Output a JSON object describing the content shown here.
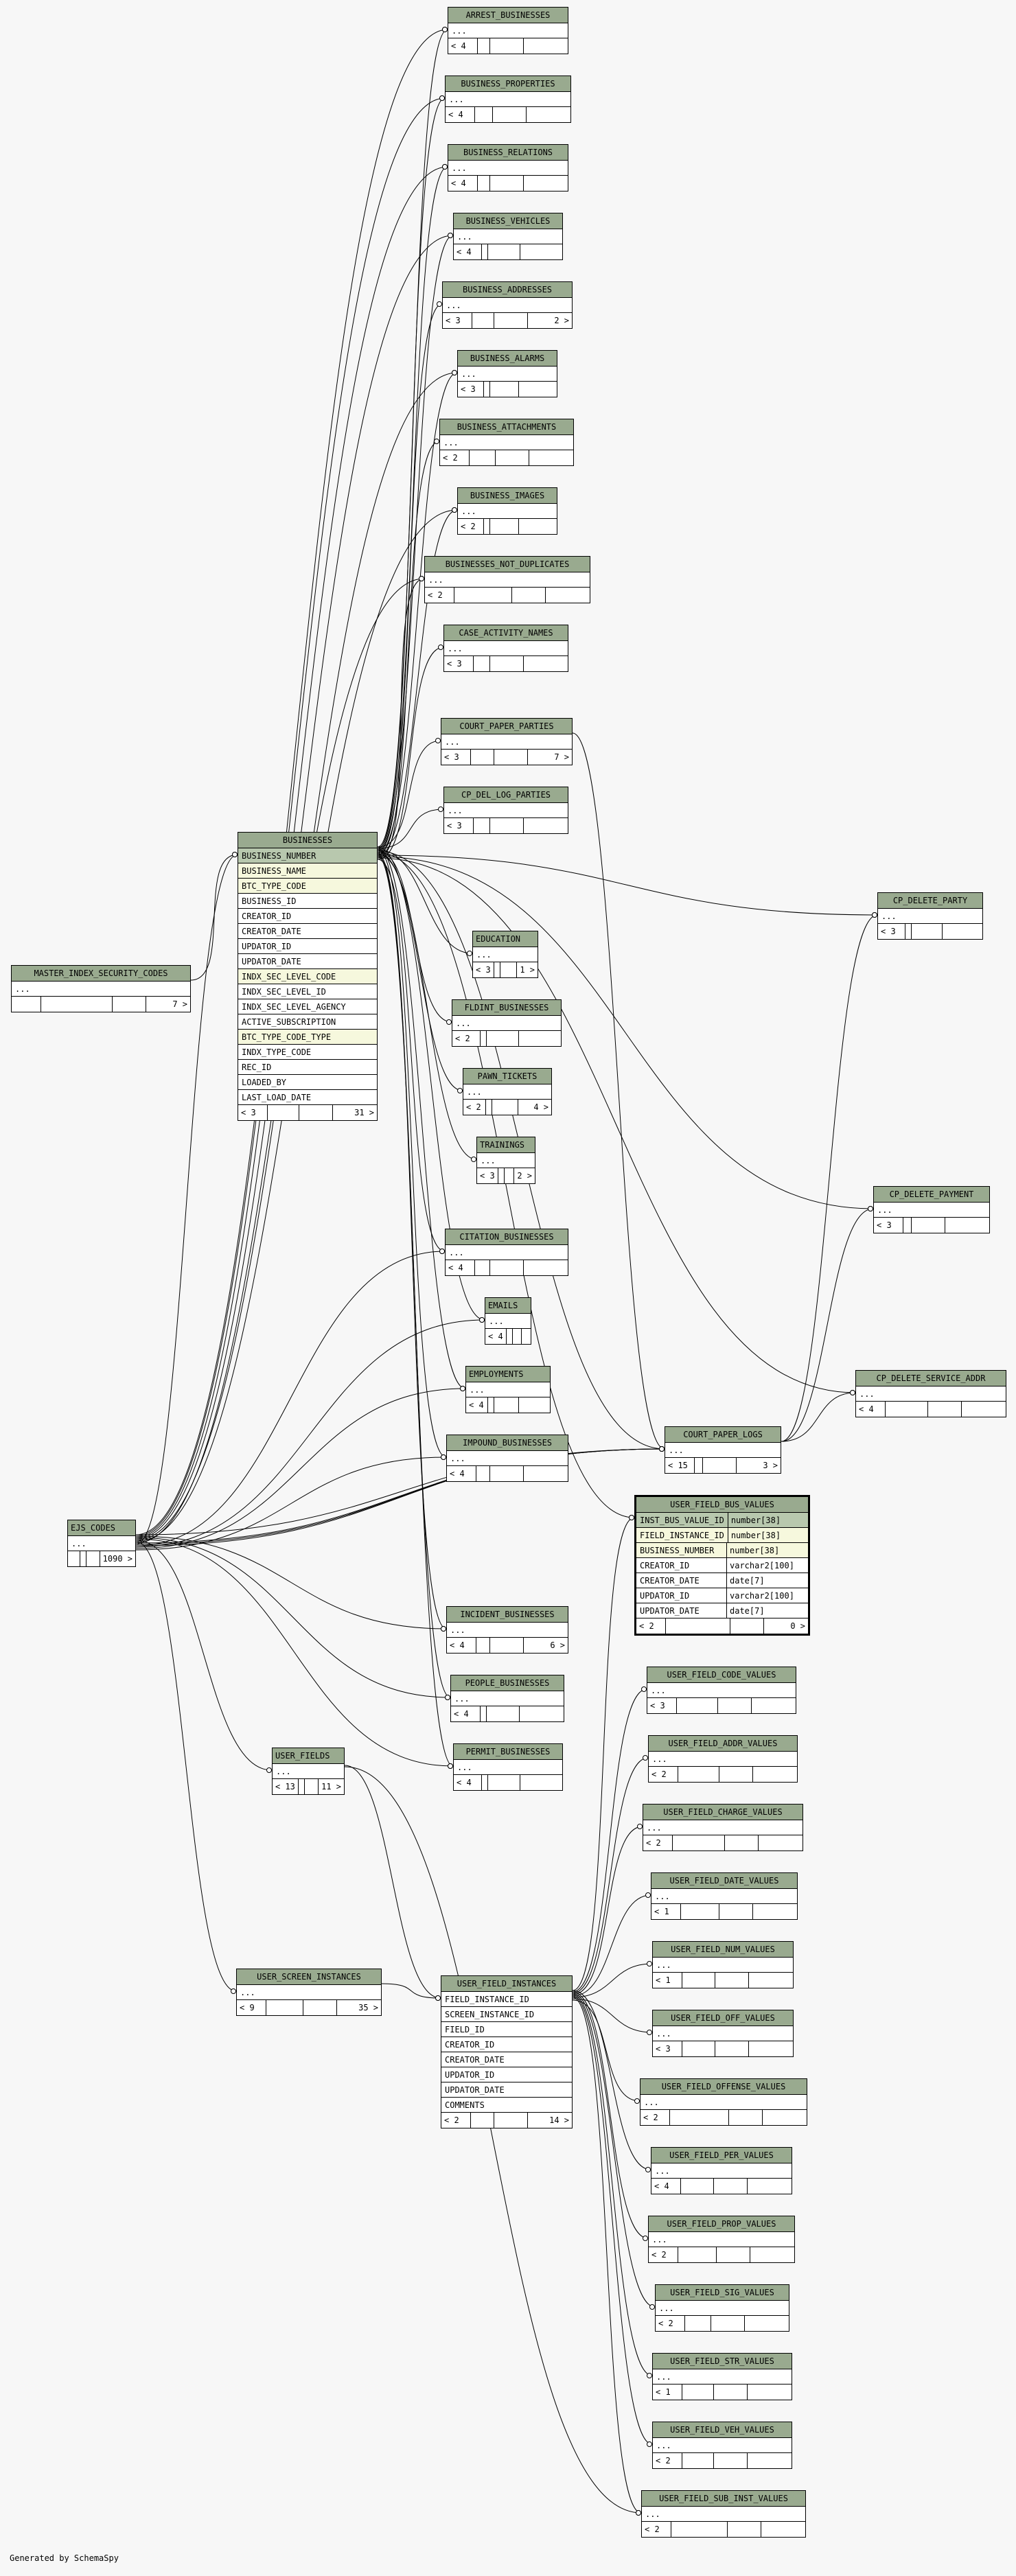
{
  "footer_text": "Generated by SchemaSpy",
  "ellipsis": "...",
  "tables": [
    {
      "name": "ARREST_BUSINESSES",
      "rows": [],
      "parents": "< 4",
      "children": ""
    },
    {
      "name": "BUSINESS_PROPERTIES",
      "rows": [],
      "parents": "< 4",
      "children": ""
    },
    {
      "name": "BUSINESS_RELATIONS",
      "rows": [],
      "parents": "< 4",
      "children": ""
    },
    {
      "name": "BUSINESS_VEHICLES",
      "rows": [],
      "parents": "< 4",
      "children": ""
    },
    {
      "name": "BUSINESS_ADDRESSES",
      "rows": [],
      "parents": "< 3",
      "children": "2 >"
    },
    {
      "name": "BUSINESS_ALARMS",
      "rows": [],
      "parents": "< 3",
      "children": ""
    },
    {
      "name": "BUSINESS_ATTACHMENTS",
      "rows": [],
      "parents": "< 2",
      "children": ""
    },
    {
      "name": "BUSINESS_IMAGES",
      "rows": [],
      "parents": "< 2",
      "children": ""
    },
    {
      "name": "BUSINESSES_NOT_DUPLICATES",
      "rows": [],
      "parents": "< 2",
      "children": ""
    },
    {
      "name": "CASE_ACTIVITY_NAMES",
      "rows": [],
      "parents": "< 3",
      "children": ""
    },
    {
      "name": "COURT_PAPER_PARTIES",
      "rows": [],
      "parents": "< 3",
      "children": "7 >"
    },
    {
      "name": "CP_DEL_LOG_PARTIES",
      "rows": [],
      "parents": "< 3",
      "children": ""
    },
    {
      "name": "BUSINESSES",
      "rows": [
        "BUSINESS_NUMBER",
        "BUSINESS_NAME",
        "BTC_TYPE_CODE",
        "BUSINESS_ID",
        "CREATOR_ID",
        "CREATOR_DATE",
        "UPDATOR_ID",
        "UPDATOR_DATE",
        "INDX_SEC_LEVEL_CODE",
        "INDX_SEC_LEVEL_ID",
        "INDX_SEC_LEVEL_AGENCY",
        "ACTIVE_SUBSCRIPTION",
        "BTC_TYPE_CODE_TYPE",
        "INDX_TYPE_CODE",
        "REC_ID",
        "LOADED_BY",
        "LAST_LOAD_DATE"
      ],
      "parents": "< 3",
      "children": "31 >"
    },
    {
      "name": "MASTER_INDEX_SECURITY_CODES",
      "rows": [],
      "parents": "",
      "children": "7 >"
    },
    {
      "name": "EDUCATION",
      "rows": [],
      "parents": "< 3",
      "children": "1 >"
    },
    {
      "name": "FLDINT_BUSINESSES",
      "rows": [],
      "parents": "< 2",
      "children": ""
    },
    {
      "name": "PAWN_TICKETS",
      "rows": [],
      "parents": "< 2",
      "children": "4 >"
    },
    {
      "name": "TRAININGS",
      "rows": [],
      "parents": "< 3",
      "children": "2 >"
    },
    {
      "name": "CP_DELETE_PARTY",
      "rows": [],
      "parents": "< 3",
      "children": ""
    },
    {
      "name": "CP_DELETE_PAYMENT",
      "rows": [],
      "parents": "< 3",
      "children": ""
    },
    {
      "name": "CP_DELETE_SERVICE_ADDR",
      "rows": [],
      "parents": "< 4",
      "children": ""
    },
    {
      "name": "CITATION_BUSINESSES",
      "rows": [],
      "parents": "< 4",
      "children": ""
    },
    {
      "name": "EMAILS",
      "rows": [],
      "parents": "< 4",
      "children": ""
    },
    {
      "name": "EMPLOYMENTS",
      "rows": [],
      "parents": "< 4",
      "children": ""
    },
    {
      "name": "IMPOUND_BUSINESSES",
      "rows": [],
      "parents": "< 4",
      "children": ""
    },
    {
      "name": "COURT_PAPER_LOGS",
      "rows": [],
      "parents": "< 15",
      "children": "3 >"
    },
    {
      "name": "USER_FIELD_BUS_VALUES",
      "rows": [
        {
          "col": "INST_BUS_VALUE_ID",
          "type": "number[38]"
        },
        {
          "col": "FIELD_INSTANCE_ID",
          "type": "number[38]"
        },
        {
          "col": "BUSINESS_NUMBER",
          "type": "number[38]"
        },
        {
          "col": "CREATOR_ID",
          "type": "varchar2[100]"
        },
        {
          "col": "CREATOR_DATE",
          "type": "date[7]"
        },
        {
          "col": "UPDATOR_ID",
          "type": "varchar2[100]"
        },
        {
          "col": "UPDATOR_DATE",
          "type": "date[7]"
        }
      ],
      "parents": "< 2",
      "children": "0 >"
    },
    {
      "name": "EJS_CODES",
      "rows": [],
      "parents": "",
      "children": "1090 >"
    },
    {
      "name": "INCIDENT_BUSINESSES",
      "rows": [],
      "parents": "< 4",
      "children": "6 >"
    },
    {
      "name": "PEOPLE_BUSINESSES",
      "rows": [],
      "parents": "< 4",
      "children": ""
    },
    {
      "name": "PERMIT_BUSINESSES",
      "rows": [],
      "parents": "< 4",
      "children": ""
    },
    {
      "name": "USER_FIELDS",
      "rows": [],
      "parents": "< 13",
      "children": "11 >"
    },
    {
      "name": "USER_SCREEN_INSTANCES",
      "rows": [],
      "parents": "< 9",
      "children": "35 >"
    },
    {
      "name": "USER_FIELD_INSTANCES",
      "rows": [
        "FIELD_INSTANCE_ID",
        "SCREEN_INSTANCE_ID",
        "FIELD_ID",
        "CREATOR_ID",
        "CREATOR_DATE",
        "UPDATOR_ID",
        "UPDATOR_DATE",
        "COMMENTS"
      ],
      "parents": "< 2",
      "children": "14 >"
    },
    {
      "name": "USER_FIELD_CODE_VALUES",
      "rows": [],
      "parents": "< 3",
      "children": ""
    },
    {
      "name": "USER_FIELD_ADDR_VALUES",
      "rows": [],
      "parents": "< 2",
      "children": ""
    },
    {
      "name": "USER_FIELD_CHARGE_VALUES",
      "rows": [],
      "parents": "< 2",
      "children": ""
    },
    {
      "name": "USER_FIELD_DATE_VALUES",
      "rows": [],
      "parents": "< 1",
      "children": ""
    },
    {
      "name": "USER_FIELD_NUM_VALUES",
      "rows": [],
      "parents": "< 1",
      "children": ""
    },
    {
      "name": "USER_FIELD_OFF_VALUES",
      "rows": [],
      "parents": "< 3",
      "children": ""
    },
    {
      "name": "USER_FIELD_OFFENSE_VALUES",
      "rows": [],
      "parents": "< 2",
      "children": ""
    },
    {
      "name": "USER_FIELD_PER_VALUES",
      "rows": [],
      "parents": "< 4",
      "children": ""
    },
    {
      "name": "USER_FIELD_PROP_VALUES",
      "rows": [],
      "parents": "< 2",
      "children": ""
    },
    {
      "name": "USER_FIELD_SIG_VALUES",
      "rows": [],
      "parents": "< 2",
      "children": ""
    },
    {
      "name": "USER_FIELD_STR_VALUES",
      "rows": [],
      "parents": "< 1",
      "children": ""
    },
    {
      "name": "USER_FIELD_VEH_VALUES",
      "rows": [],
      "parents": "< 2",
      "children": ""
    },
    {
      "name": "USER_FIELD_SUB_INST_VALUES",
      "rows": [],
      "parents": "< 2",
      "children": ""
    }
  ]
}
